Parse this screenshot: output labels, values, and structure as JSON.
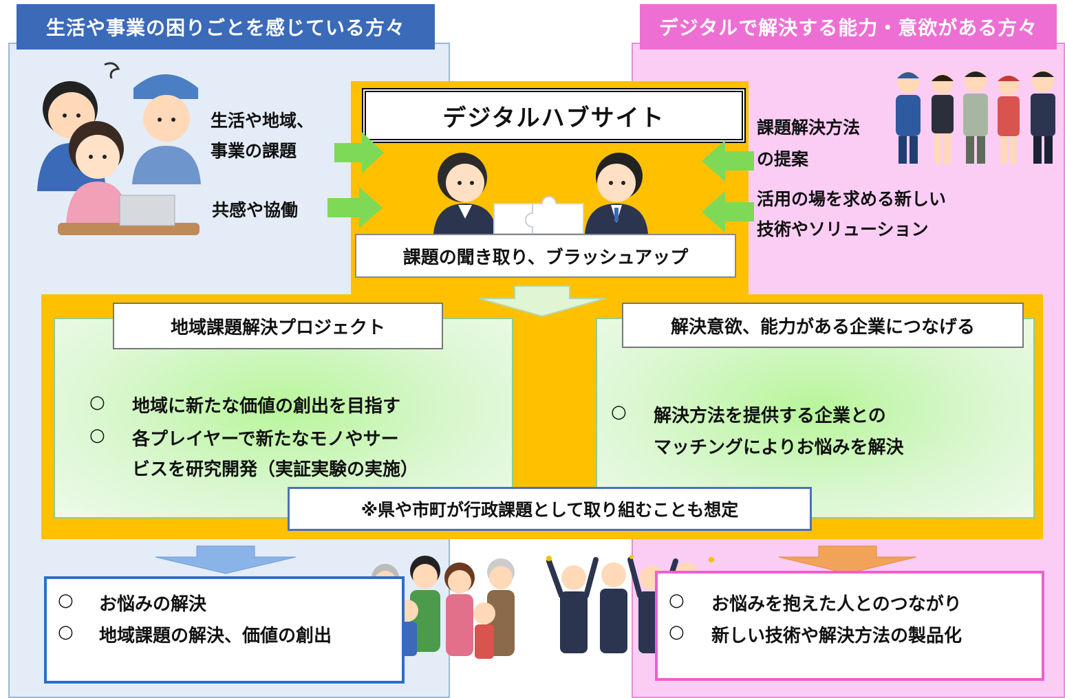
{
  "header": {
    "left_title": "生活や事業の困りごとを感じている方々",
    "right_title": "デジタルで解決する能力・意欲がある方々"
  },
  "left_inputs": {
    "line1": "生活や地域、",
    "line2": "事業の課題",
    "line3": "共感や協働"
  },
  "right_inputs": {
    "line1": "課題解決方法",
    "line2": "の提案",
    "line3": "活用の場を求める新しい",
    "line4": "技術やソリューション"
  },
  "hub": {
    "title": "デジタルハブサイト",
    "subtitle": "課題の聞き取り、ブラッシュアップ"
  },
  "project_left": {
    "label": "地域課題解決プロジェクト",
    "bullet": "○",
    "item1": "地域に新たな価値の創出を目指す",
    "item2_line1": "各プレイヤーで新たなモノやサー",
    "item2_line2": "ビスを研究開発（実証実験の実施）"
  },
  "project_right": {
    "label": "解決意欲、能力がある企業につなげる",
    "bullet": "○",
    "item1_line1": "解決方法を提供する企業との",
    "item1_line2": "マッチングによりお悩みを解決"
  },
  "note": "※県や市町が行政課題として取り組むことも想定",
  "outcome_left": {
    "bullet": "○",
    "item1": "お悩みの解決",
    "item2": "地域課題の解決、価値の創出"
  },
  "outcome_right": {
    "bullet": "○",
    "item1": "お悩みを抱えた人とのつながり",
    "item2": "新しい技術や解決方法の製品化"
  },
  "colors": {
    "left_header": "#3a6ab8",
    "right_header": "#ee6fd3",
    "hub_yellow": "#ffc000",
    "arrow_green": "#7ed957",
    "left_outcome_border": "#2e6fc4",
    "right_outcome_border": "#ee5fcf"
  },
  "icons": [
    "worried-family-icon",
    "workers-group-icon",
    "handshake-puzzle-icon",
    "cheering-businesspeople-icon",
    "happy-family-icon"
  ]
}
